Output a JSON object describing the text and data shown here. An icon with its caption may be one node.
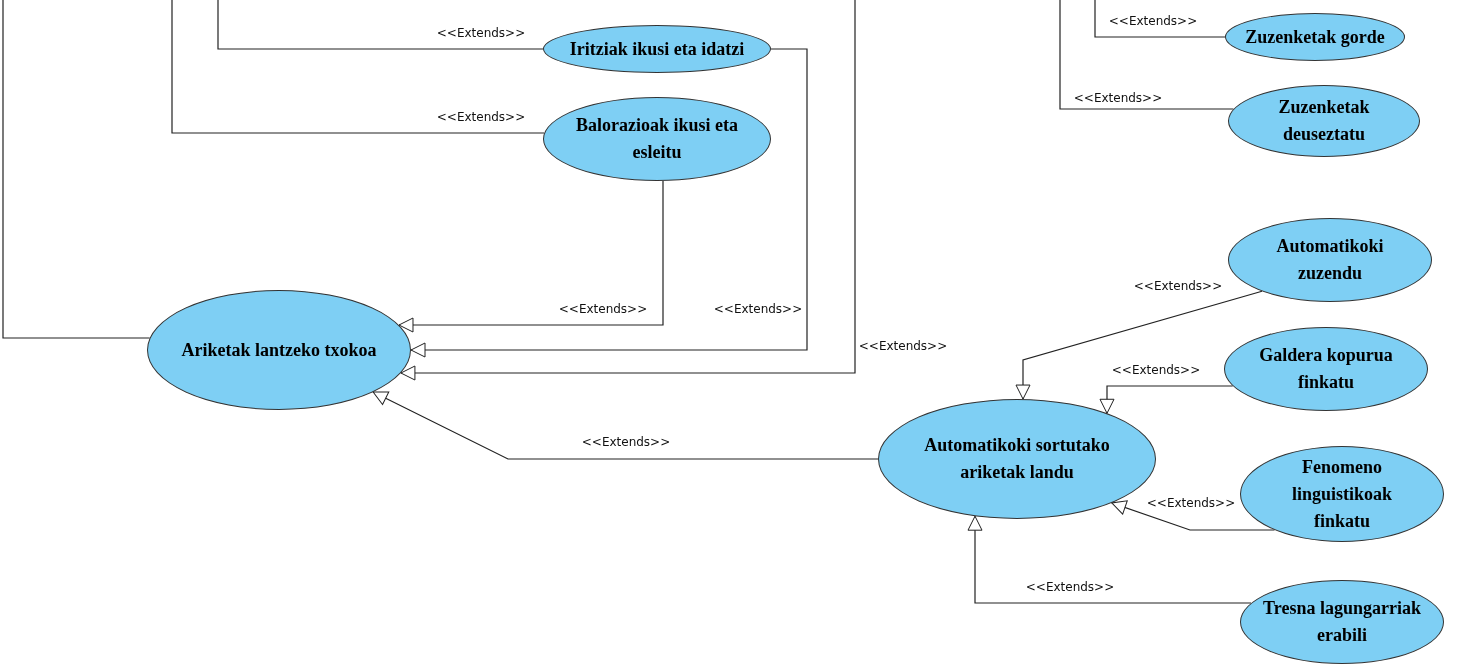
{
  "diagram": {
    "nodes": [
      {
        "text": [
          "Iritziak ikusi eta idatzi"
        ]
      },
      {
        "text": [
          "Balorazioak ikusi eta esleitu"
        ]
      },
      {
        "text": [
          "Zuzenketak gorde"
        ]
      },
      {
        "text": [
          "Zuzenketak deuseztatu"
        ]
      },
      {
        "text": [
          "Ariketak lantzeko txokoa"
        ]
      },
      {
        "text": [
          "Automatikoki zuzendu"
        ]
      },
      {
        "text": [
          "Galdera kopurua finkatu"
        ]
      },
      {
        "text": [
          "Automatikoki sortutako ariketak landu"
        ]
      },
      {
        "text": [
          "Fenomeno linguistikoak finkatu"
        ]
      },
      {
        "text": [
          "Tresna lagungarriak erabili"
        ]
      }
    ],
    "edges": [
      {
        "from": 0,
        "to": null,
        "arrow": "none",
        "label": "<<Extends>>"
      },
      {
        "from": 1,
        "to": null,
        "arrow": "none",
        "label": "<<Extends>>"
      },
      {
        "from": 1,
        "to": 4,
        "arrow": "to",
        "label": "<<Extends>>"
      },
      {
        "from": 0,
        "to": 4,
        "arrow": "to",
        "label": "<<Extends>>"
      },
      {
        "from": null,
        "to": 4,
        "arrow": "to",
        "label": "<<Extends>>"
      },
      {
        "from": 4,
        "to": null,
        "arrow": "none"
      },
      {
        "from": 2,
        "to": null,
        "arrow": "none",
        "label": "<<Extends>>"
      },
      {
        "from": 3,
        "to": null,
        "arrow": "none",
        "label": "<<Extends>>"
      },
      {
        "from": 5,
        "to": 7,
        "arrow": "to",
        "label": "<<Extends>>"
      },
      {
        "from": 6,
        "to": 7,
        "arrow": "to",
        "label": "<<Extends>>"
      },
      {
        "from": 8,
        "to": 7,
        "arrow": "to",
        "label": "<<Extends>>"
      },
      {
        "from": 9,
        "to": 7,
        "arrow": "to",
        "label": "<<Extends>>"
      },
      {
        "from": 7,
        "to": 4,
        "arrow": "to",
        "label": "<<Extends>>"
      }
    ]
  }
}
